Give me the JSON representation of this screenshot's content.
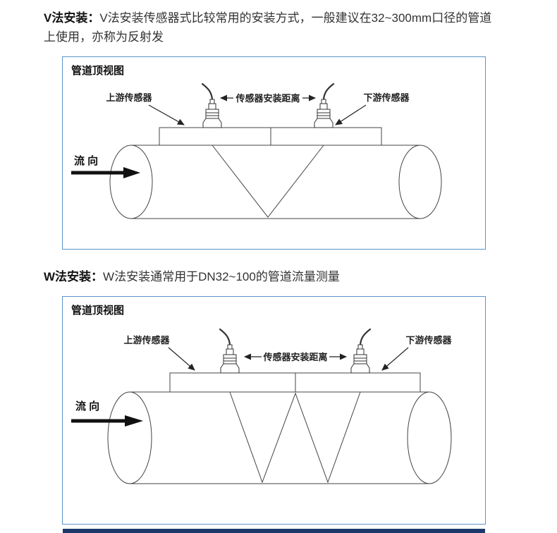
{
  "page": {
    "background": "#ffffff",
    "footer_color": "#1b3a6b",
    "diagram_border_color": "#5b93c9"
  },
  "sections": [
    {
      "heading": "V法安装：",
      "body": "V法安装传感器式比较常用的安装方式，一般建议在32~300mm口径的管道上使用，亦称为反射发",
      "diagram": {
        "title": "管道顶视图",
        "upstream_label": "上游传感器",
        "distance_label": "传感器安装距离",
        "downstream_label": "下游传感器",
        "flow_label": "流 向",
        "path_type": "V"
      }
    },
    {
      "heading": "W法安装：",
      "body": "W法安装通常用于DN32~100的管道流量测量",
      "diagram": {
        "title": "管道顶视图",
        "upstream_label": "上游传感器",
        "distance_label": "传感器安装距离",
        "downstream_label": "下游传感器",
        "flow_label": "流 向",
        "path_type": "W"
      }
    }
  ]
}
